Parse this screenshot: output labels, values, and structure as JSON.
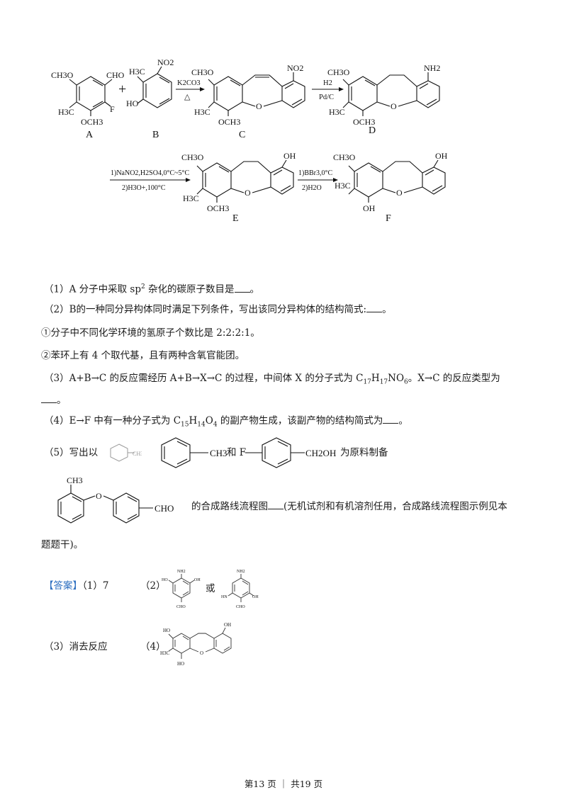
{
  "scheme": {
    "compounds": {
      "A": {
        "label": "A",
        "groups": [
          "CH3O",
          "CHO",
          "F",
          "H3C",
          "OCH3"
        ]
      },
      "B": {
        "label": "B",
        "groups": [
          "H3C",
          "NO2",
          "HO"
        ]
      },
      "C": {
        "label": "C",
        "groups": [
          "CH3O",
          "NO2",
          "H3C",
          "O",
          "OCH3"
        ]
      },
      "D": {
        "label": "D",
        "groups": [
          "CH3O",
          "NH2",
          "H3C",
          "O",
          "OCH3"
        ]
      },
      "E": {
        "label": "E",
        "groups": [
          "CH3O",
          "OH",
          "H3C",
          "O",
          "OCH3"
        ]
      },
      "F": {
        "label": "F",
        "groups": [
          "CH3O",
          "OH",
          "H3C",
          "O",
          "OH"
        ]
      }
    },
    "plus": "+",
    "reagents": {
      "ab_c_top": "K2CO3",
      "ab_c_bottom": "△",
      "c_d_top": "H2",
      "c_d_bottom": "Pd/C",
      "d_e_top": "1)NaNO2,H2SO4,0°C~5°C",
      "d_e_bottom": "2)H3O+,100°C",
      "e_f_top": "1)BBr3,0°C",
      "e_f_bottom": "2)H2O"
    }
  },
  "questions": {
    "q1": {
      "before": "（1）A 分子中采取 sp",
      "sup": "2",
      "after": " 杂化的碳原子数目是",
      "end": "。"
    },
    "q2": {
      "before": "（2）B的一种同分异构体同时满足下列条件，写出该同分异构体的结构简式:",
      "end": "。"
    },
    "cond1": "①分子中不同化学环境的氢原子个数比是 2:2:2:1。",
    "cond2": "②苯环上有 4 个取代基，且有两种含氧官能团。",
    "q3_line1_a": "（3）A+B→C 的反应需经历 A+B→X→C 的过程，中间体 X 的分子式为 C",
    "q3_sub1": "17",
    "q3_mid1": "H",
    "q3_sub2": "17",
    "q3_mid2": "NO",
    "q3_sub3": "6",
    "q3_line1_b": "。X→C 的反应类型为",
    "q3_line2_end": "。",
    "q4_a": "（4）E→F 中有一种分子式为 C",
    "q4_sub1": "15",
    "q4_mid1": "H",
    "q4_sub2": "14",
    "q4_mid2": "O",
    "q4_sub3": "4",
    "q4_b": " 的副产物生成，该副产物的结构简式为",
    "q4_end": "。",
    "q5_a": "（5）写出以",
    "q5_tol_group": "CH3",
    "q5_and": "和 F",
    "q5_alc_group": "CH2OH",
    "q5_b": " 为原料制备",
    "q5_target_groups": [
      "CH3",
      "O",
      "CHO"
    ],
    "q5_c": "的合成路线流程图",
    "q5_d": "(无机试剂和有机溶剂任用，合成路线流程图示例见本",
    "q5_e": "题题干)。"
  },
  "answer": {
    "tag": "【答案】",
    "a1": "（1）7",
    "a2": "（2）",
    "a2_or": "或",
    "a2_groups_1": [
      "NH2",
      "HO",
      "OH",
      "CHO"
    ],
    "a2_groups_2": [
      "NH2",
      "HN",
      "OH",
      "CHO"
    ],
    "a3": "（3）消去反应",
    "a4": "（4）",
    "a4_groups": [
      "HO",
      "OH",
      "H3C",
      "O",
      "HO"
    ]
  },
  "footer": "第13 页 ｜ 共19 页"
}
